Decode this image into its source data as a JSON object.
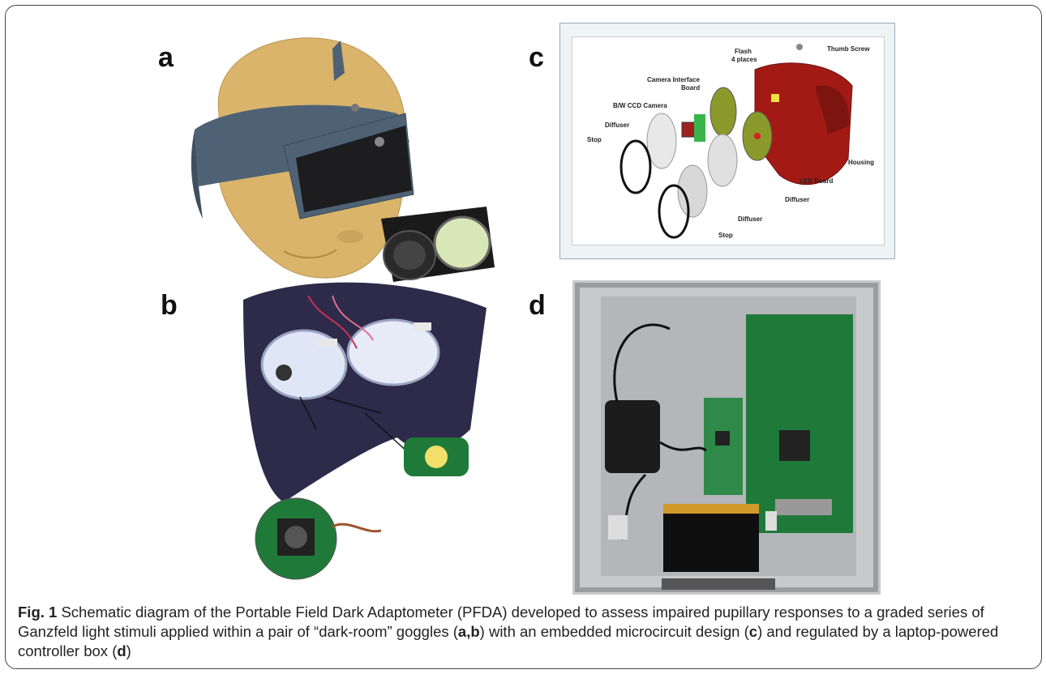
{
  "panels": {
    "a": "a",
    "b": "b",
    "c": "c",
    "d": "d"
  },
  "diagram_c": {
    "labels": {
      "thumb_screw": "Thumb Screw",
      "flash": "Flash",
      "flash_places": "4 places",
      "camera_interface_1": "Camera Interface",
      "camera_interface_2": "Board",
      "ccd_camera": "B/W CCD Camera",
      "diffuser_top": "Diffuser",
      "stop_left": "Stop",
      "housing": "Housing",
      "led_board": "LED Board",
      "diffuser_right": "Diffuser",
      "diffuser_bottom": "Diffuser",
      "stop_bottom": "Stop"
    }
  },
  "caption": {
    "fig_label": "Fig. 1",
    "part1": " Schematic diagram of the Portable Field Dark Adaptometer (PFDA) developed to assess impaired pupillary responses to a graded series of Ganzfeld light stimuli applied within a pair of “dark-room” goggles (",
    "ref_ab": "a,b",
    "part2": ") with an embedded microcircuit design (",
    "ref_c": "c",
    "part3": ") and regulated by a laptop-powered controller box (",
    "ref_d": "d",
    "part4": ")"
  },
  "colors": {
    "head": "#d9b46a",
    "goggle_strap": "#4f6275",
    "goggle_front": "#1d1d1f",
    "housing_red": "#a31a15",
    "pcb_green": "#1f7a3a",
    "chassis": "#b9bcc0"
  }
}
